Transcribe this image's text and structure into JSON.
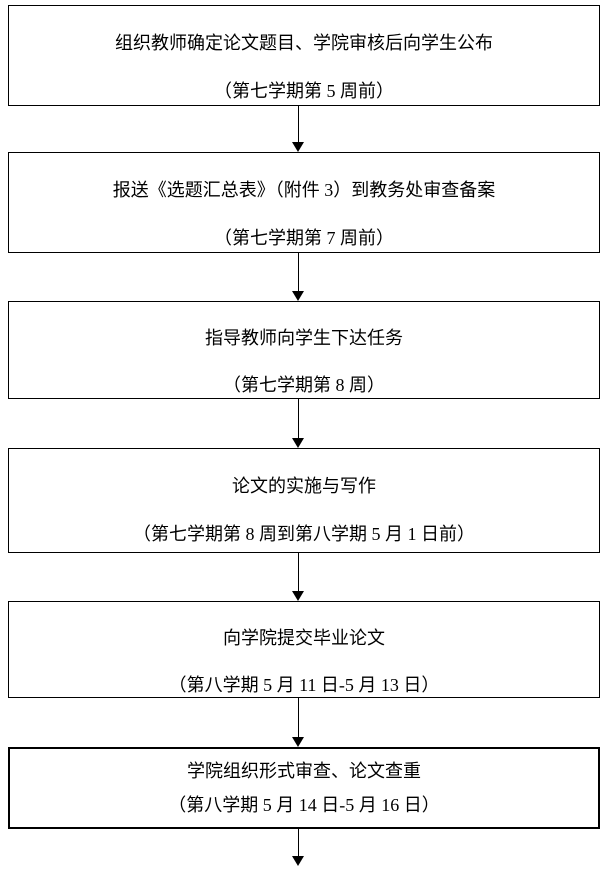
{
  "colors": {
    "background": "#ffffff",
    "border": "#000000",
    "text": "#000000"
  },
  "flowchart": {
    "direction": "top-to-bottom",
    "steps": [
      {
        "line1": "组织教师确定论文题目、学院审核后向学生公布",
        "line2": "（第七学期第 5 周前）"
      },
      {
        "line1": "报送《选题汇总表》（附件 3）到教务处审查备案",
        "line2": "（第七学期第 7 周前）"
      },
      {
        "line1": "指导教师向学生下达任务",
        "line2": "（第七学期第 8 周）"
      },
      {
        "line1": "论文的实施与写作",
        "line2": "（第七学期第 8 周到第八学期 5 月 1 日前）"
      },
      {
        "line1": "向学院提交毕业论文",
        "line2": "（第八学期 5 月 11 日-5 月 13 日）"
      },
      {
        "line1": "学院组织形式审查、论文查重",
        "line2": "（第八学期 5 月 14 日-5 月 16 日）"
      }
    ]
  }
}
